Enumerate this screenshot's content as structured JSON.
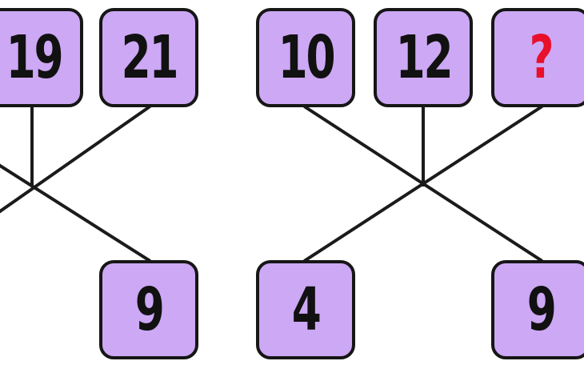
{
  "left_group": {
    "top": [
      "19",
      "21"
    ],
    "bottom": [
      "9"
    ]
  },
  "right_group": {
    "top": [
      "10",
      "12",
      "?"
    ],
    "bottom": [
      "4",
      "9"
    ]
  },
  "colors": {
    "tile_fill": "#cda8f5",
    "tile_border": "#161616",
    "connector": "#1b1b1b",
    "unknown_mark": "#e8102a"
  }
}
